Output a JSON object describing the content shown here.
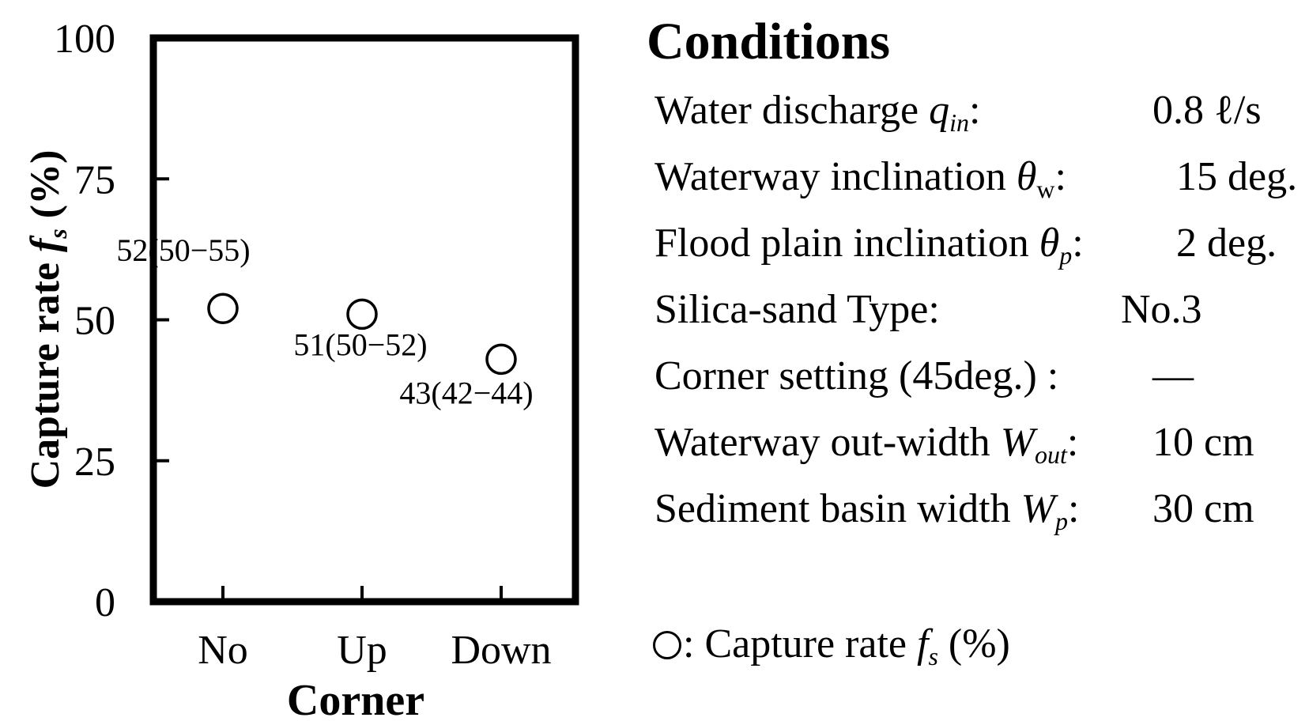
{
  "chart_data": {
    "type": "scatter",
    "categories": [
      "No",
      "Up",
      "Down"
    ],
    "values": [
      52,
      51,
      43
    ],
    "point_labels": [
      "52(50−55)",
      "51(50−52)",
      "43(42−44)"
    ],
    "ylabel_main": "Capture rate ",
    "ylabel_var": "f",
    "ylabel_sub": "s",
    "ylabel_unit": " (%)",
    "xlabel": "Corner",
    "ylim": [
      0,
      100
    ],
    "yticks": [
      0,
      25,
      50,
      75,
      100
    ],
    "marker": "open-circle",
    "grid": false
  },
  "conditions": {
    "title": "Conditions",
    "rows": [
      {
        "label": "Water discharge ",
        "var": "q",
        "sub": "in",
        "colon": ":",
        "value": "0.8 ℓ/s"
      },
      {
        "label": "Waterway inclination ",
        "var": "θ",
        "sub": "w",
        "colon": ":",
        "value": "15 deg."
      },
      {
        "label": "Flood plain inclination ",
        "var": "θ",
        "sub": "p",
        "colon": ":",
        "value": "2 deg."
      },
      {
        "label": "Silica-sand Type:",
        "var": "",
        "sub": "",
        "colon": "",
        "value": "No.3"
      },
      {
        "label": "Corner setting (45deg.) :",
        "var": "",
        "sub": "",
        "colon": "",
        "value": "—"
      },
      {
        "label": "Waterway out-width ",
        "var": "W",
        "sub": "out",
        "colon": ":",
        "value": "10 cm"
      },
      {
        "label": "Sediment basin width ",
        "var": "W",
        "sub": "p",
        "colon": ":",
        "value": "30 cm"
      }
    ]
  },
  "legend": {
    "text": ": Capture rate ",
    "var": "f",
    "sub": "s",
    "unit": " (%)"
  }
}
